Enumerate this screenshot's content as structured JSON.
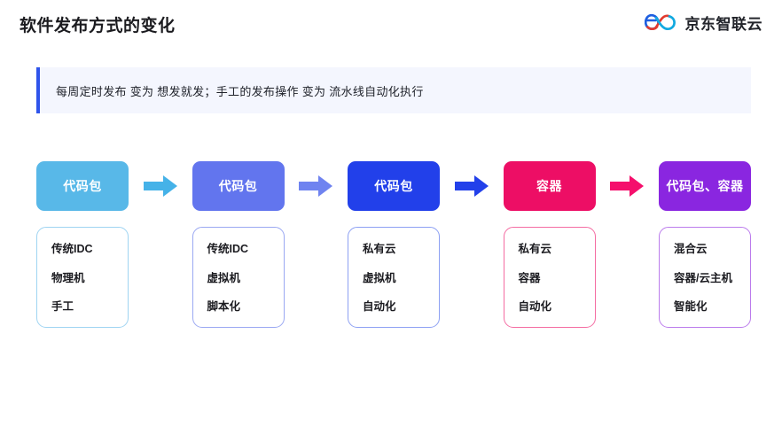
{
  "header": {
    "title": "软件发布方式的变化",
    "brand_name": "京东智联云",
    "brand_mark_icon": "jd-cloud-infinity-logo-icon"
  },
  "callout": {
    "text": "每周定时发布 变为 想发就发；手工的发布操作 变为 流水线自动化执行",
    "accent_color": "#2f54eb",
    "background_color": "#f4f6fe"
  },
  "flow": {
    "arrow_icon": "right-arrow-icon",
    "stages": [
      {
        "header": "代码包",
        "header_color": "#58b8e8",
        "border_color": "#9fd4f2",
        "arrow_color": "#45b2e8",
        "items": [
          "传统IDC",
          "物理机",
          "手工"
        ]
      },
      {
        "header": "代码包",
        "header_color": "#6275ee",
        "border_color": "#9aa8f2",
        "arrow_color": "#6f83f0",
        "items": [
          "传统IDC",
          "虚拟机",
          "脚本化"
        ]
      },
      {
        "header": "代码包",
        "header_color": "#2240ea",
        "border_color": "#8da0f3",
        "arrow_color": "#2240ea",
        "items": [
          "私有云",
          "虚拟机",
          "自动化"
        ]
      },
      {
        "header": "容器",
        "header_color": "#ed0e65",
        "border_color": "#f46ca2",
        "arrow_color": "#f50f6c",
        "items": [
          "私有云",
          "容器",
          "自动化"
        ]
      },
      {
        "header": "代码包、容器",
        "header_color": "#8a26e0",
        "border_color": "#bb7bec",
        "arrow_color": "",
        "items": [
          "混合云",
          "容器/云主机",
          "智能化"
        ]
      }
    ]
  }
}
